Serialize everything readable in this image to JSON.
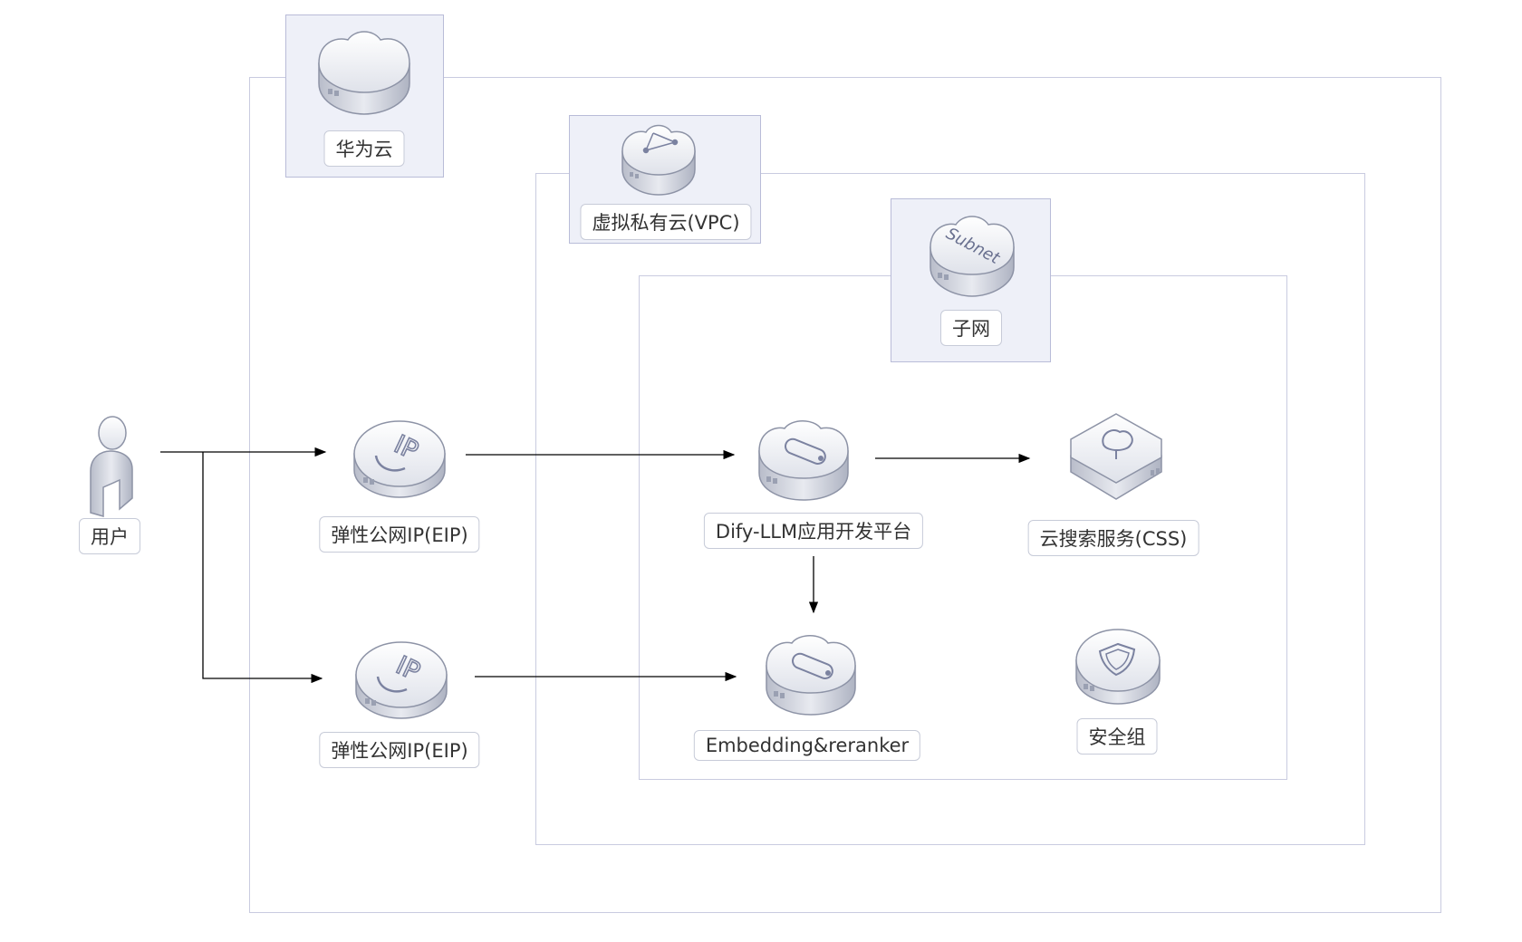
{
  "containers": {
    "cloud": "华为云",
    "vpc": "虚拟私有云(VPC)",
    "subnet": "子网",
    "subnet_icon_text": "Subnet"
  },
  "nodes": {
    "user": "用户",
    "eip_top": "弹性公网IP(EIP)",
    "eip_bottom": "弹性公网IP(EIP)",
    "dify": "Dify-LLM应用开发平台",
    "css": "云搜索服务(CSS)",
    "embedding": "Embedding&reranker",
    "security_group": "安全组"
  },
  "icon_glyphs": {
    "eip": "IP"
  },
  "colors": {
    "frame": "#c9cbe0",
    "tag_fill": "#eef0f8",
    "edge": "#000000"
  }
}
